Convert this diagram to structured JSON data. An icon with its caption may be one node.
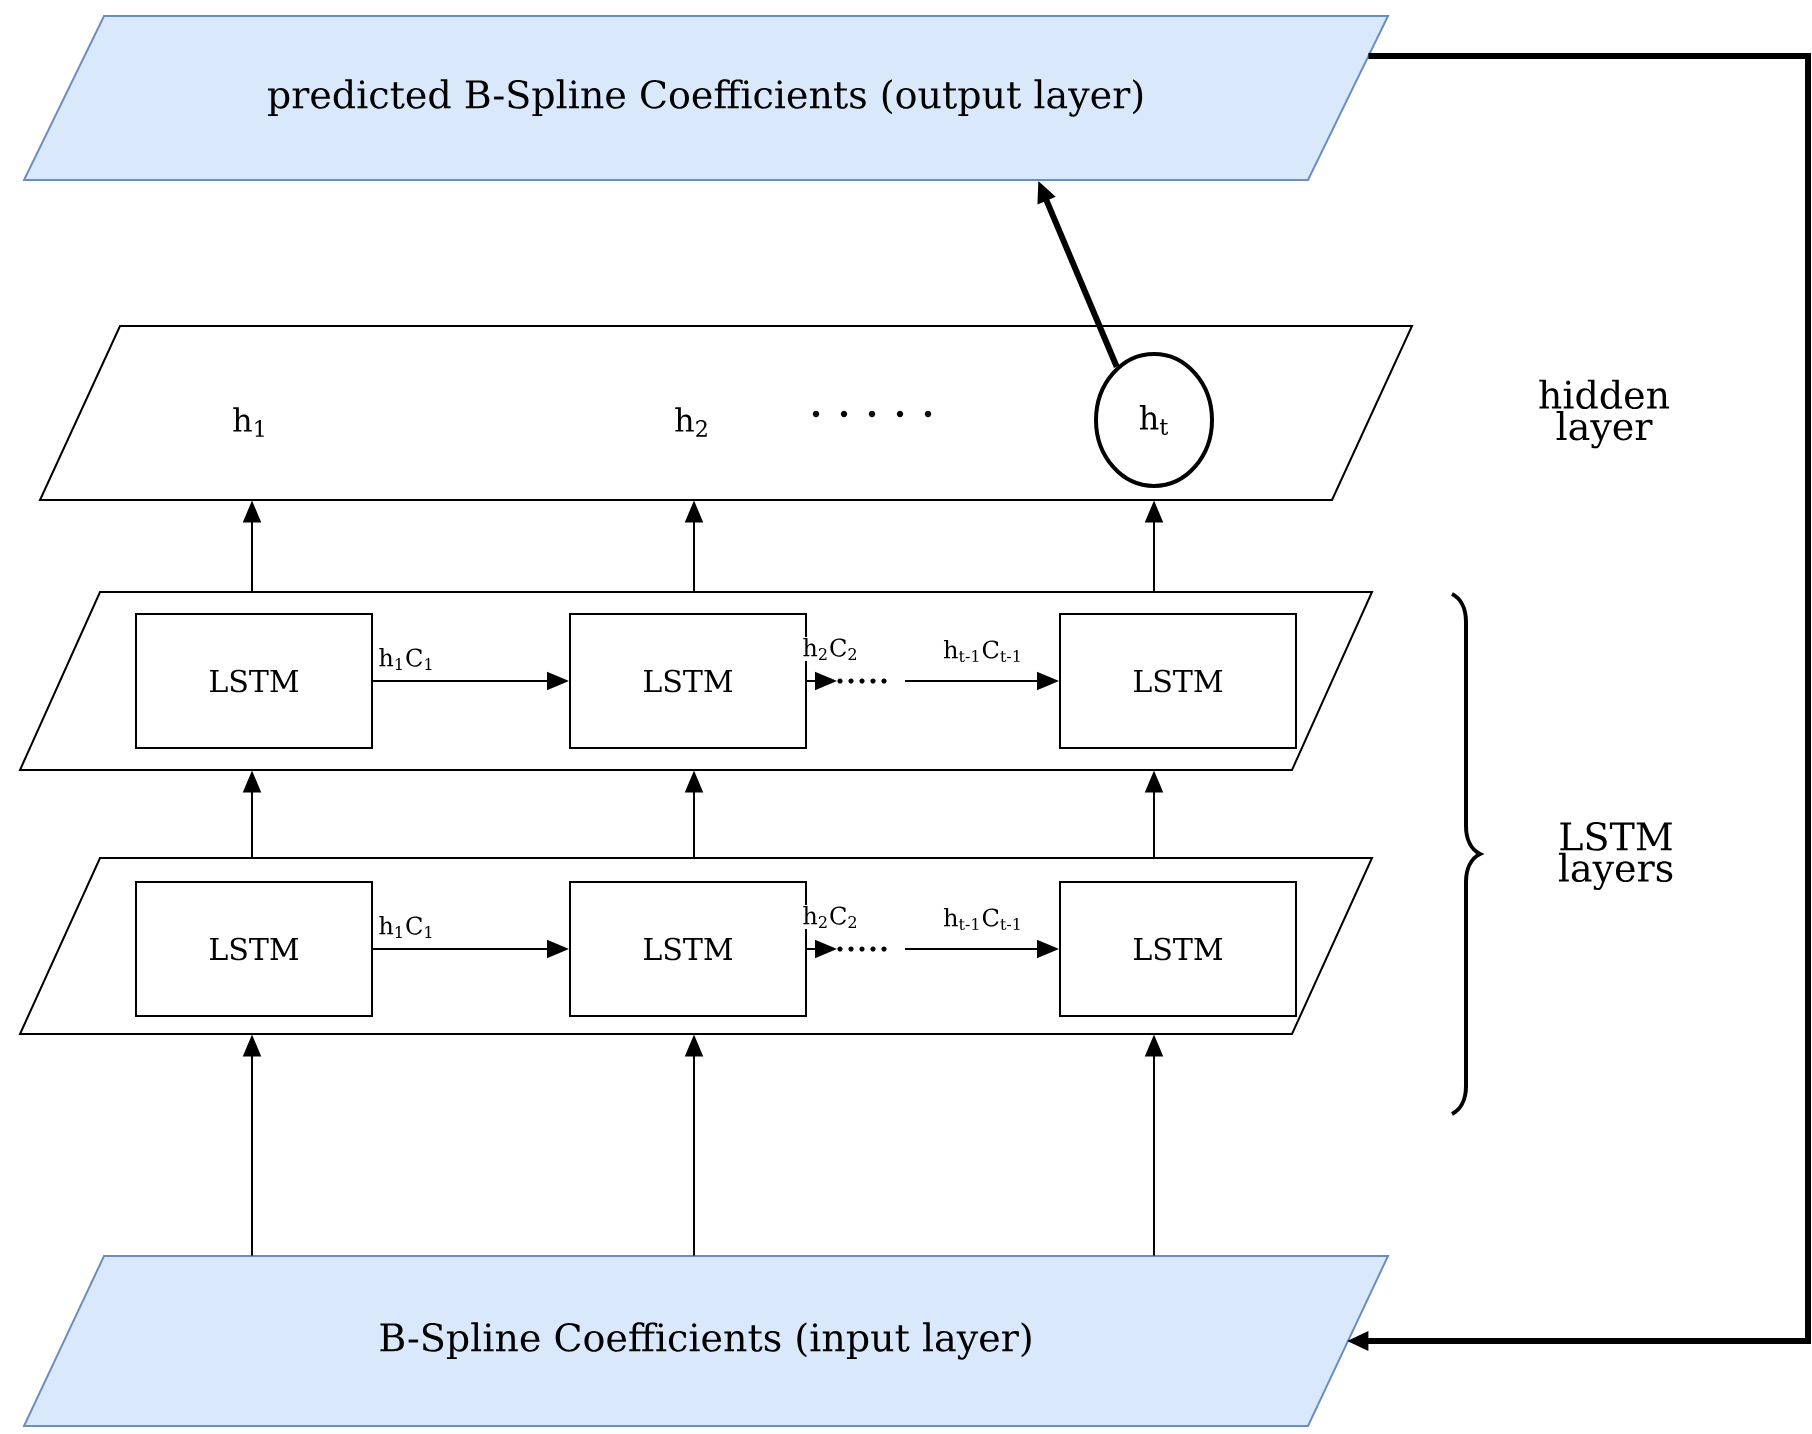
{
  "diagram": {
    "nodes": [
      {
        "text": [
          "predicted B-Spline Coefficients (output layer)"
        ]
      },
      {
        "text": [
          "h$_{1}$",
          "h$_{2}$"
        ],
        "beside": [
          "hidden layer"
        ]
      },
      {
        "text": [
          "h$_{t}$"
        ],
        "in": 1
      },
      {
        "text": [],
        "shape": "parallelogram"
      },
      {
        "text": [
          "LSTM"
        ],
        "in": 3
      },
      {
        "text": [
          "LSTM"
        ],
        "in": 3
      },
      {
        "text": [
          "LSTM"
        ],
        "in": 3
      },
      {
        "text": [],
        "shape": "parallelogram"
      },
      {
        "text": [
          "LSTM"
        ],
        "in": 7
      },
      {
        "text": [
          "LSTM"
        ],
        "in": 7
      },
      {
        "text": [
          "LSTM"
        ],
        "in": 7
      },
      {
        "text": [
          "B-Spline Coefficients (input layer)"
        ]
      }
    ],
    "edges": [
      {
        "from": 2,
        "to": 0,
        "arrow": "to",
        "style": "thick"
      },
      {
        "from": 3,
        "to": 1,
        "arrow": "to"
      },
      {
        "from": 3,
        "to": 1,
        "arrow": "to"
      },
      {
        "from": 3,
        "to": 1,
        "arrow": "to"
      },
      {
        "from": 4,
        "to": 5,
        "arrow": "to",
        "label": "h$_{1}$C$_{1}$"
      },
      {
        "from": 5,
        "to": null,
        "arrow": "to",
        "label": "h$_{2}$C$_{2}$"
      },
      {
        "from": null,
        "to": 6,
        "arrow": "to",
        "label": "h$_{t-1}$C$_{t-1}$"
      },
      {
        "from": 7,
        "to": 3,
        "arrow": "to"
      },
      {
        "from": 7,
        "to": 3,
        "arrow": "to"
      },
      {
        "from": 7,
        "to": 3,
        "arrow": "to"
      },
      {
        "from": 8,
        "to": 9,
        "arrow": "to",
        "label": "h$_{1}$C$_{1}$"
      },
      {
        "from": 9,
        "to": null,
        "arrow": "to",
        "label": "h$_{2}$C$_{2}$"
      },
      {
        "from": null,
        "to": 10,
        "arrow": "to",
        "label": "h$_{t-1}$C$_{t-1}$"
      },
      {
        "from": 11,
        "to": 7,
        "arrow": "to"
      },
      {
        "from": 11,
        "to": 7,
        "arrow": "to"
      },
      {
        "from": 11,
        "to": 7,
        "arrow": "to"
      },
      {
        "from": 0,
        "to": 11,
        "arrow": "to",
        "style": "thick"
      }
    ],
    "labels": [
      "LSTM layers"
    ]
  }
}
